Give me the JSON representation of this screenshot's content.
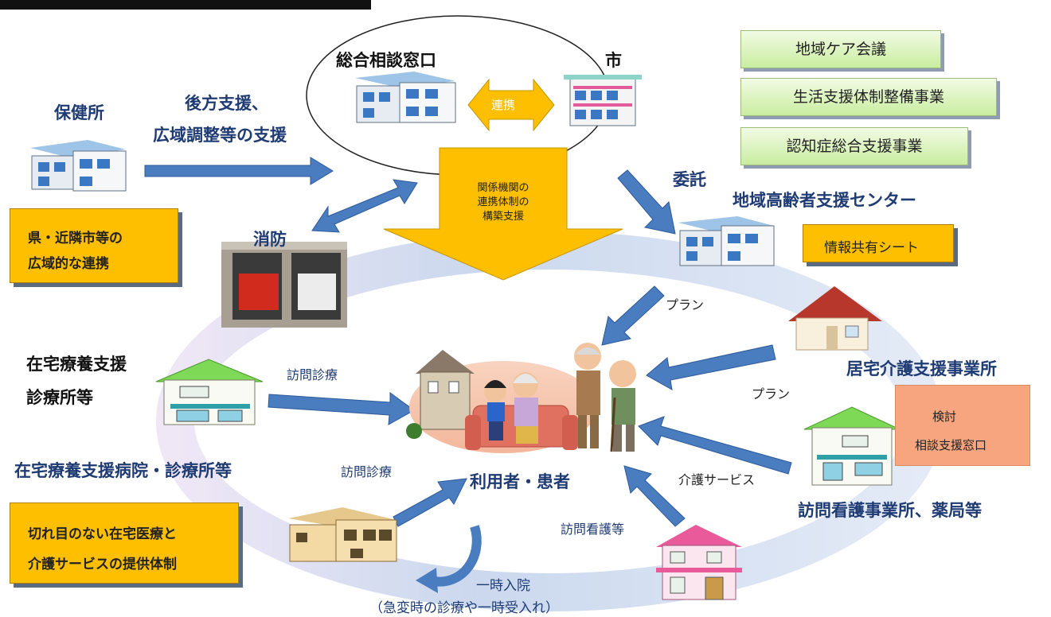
{
  "labels": {
    "sogo_madoguchi": "総合相談窓口",
    "shi": "市",
    "renkei": "連携",
    "hokenjo": "保健所",
    "kouhou_1": "後方支援、",
    "kouhou_2": "広域調整等の支援",
    "kankei_1": "関係機関の",
    "kankei_2": "連携体制の",
    "kankei_3": "構築支援",
    "itaku": "委託",
    "chiiki_center": "地域高齢者支援センター",
    "shobo": "消防",
    "plan_1": "プラン",
    "plan_2": "プラン",
    "kyotaku": "居宅介護支援事業所",
    "zaitaku_shinryojo_1": "在宅療養支援",
    "zaitaku_shinryojo_2": "診療所等",
    "houmon_shinryo_1": "訪問診療",
    "houmon_shinryo_2": "訪問診療",
    "zaitaku_byoin": "在宅療養支援病院・診療所等",
    "riyousha": "利用者・患者",
    "kaigo_service": "介護サービス",
    "houmon_kango": "訪問看護等",
    "houmon_kango_jigyo": "訪問看護事業所、薬局等",
    "ichiji_1": "一時入院",
    "ichiji_2": "（急変時の診療や一時受入れ）"
  },
  "boxes": {
    "ken_kinrin_1": "県・近隣市等の",
    "ken_kinrin_2": "広域的な連携",
    "joho_kyoyu": "情報共有シート",
    "kiremenai_1": "切れ目のない在宅医療と",
    "kiremenai_2": "介護サービスの提供体制",
    "kento_1": "検討",
    "kento_2": "相談支援窓口"
  },
  "green_boxes": {
    "chiiki_care": "地域ケア会議",
    "seikatsu": "生活支援体制整備事業",
    "ninchisho": "認知症総合支援事業"
  },
  "colors": {
    "arrow_blue": "#4a7cc0",
    "label_navy": "#1f3b73",
    "orange": "#fdbf00",
    "green_box": "#c9eda0",
    "salmon": "#f6a57e"
  }
}
